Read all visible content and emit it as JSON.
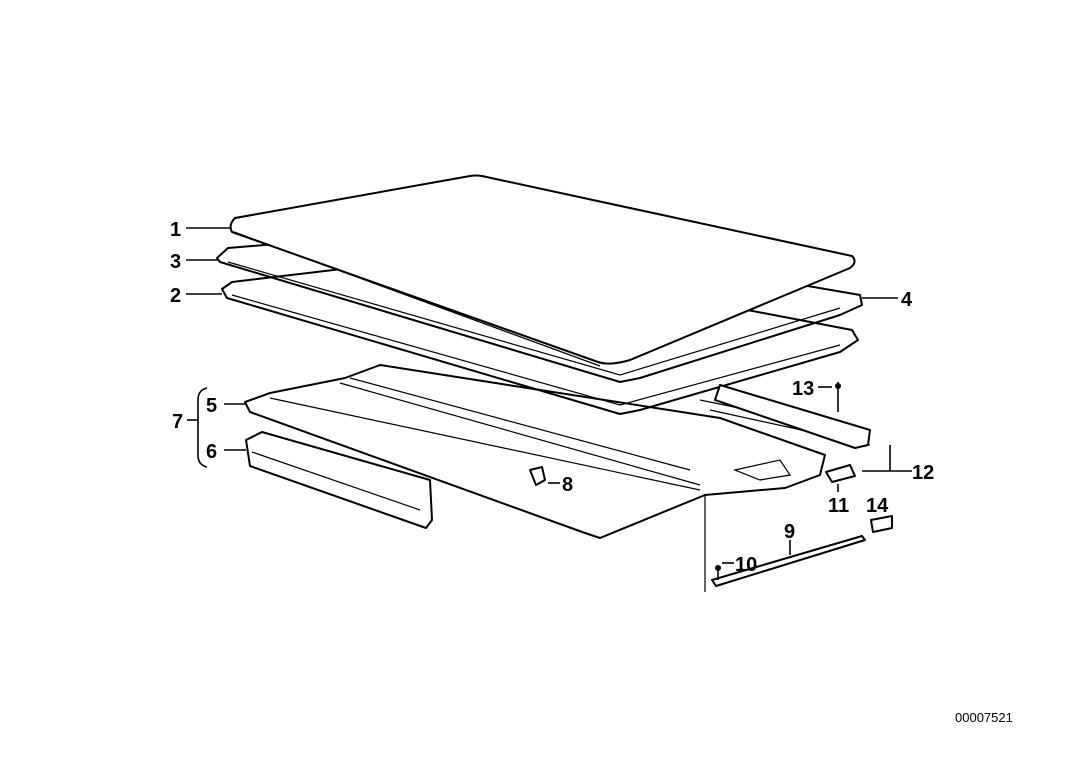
{
  "diagram": {
    "callouts": [
      "1",
      "2",
      "3",
      "4",
      "5",
      "6",
      "7",
      "8",
      "9",
      "10",
      "11",
      "12",
      "13",
      "14"
    ],
    "drawing_id": "00007521"
  }
}
